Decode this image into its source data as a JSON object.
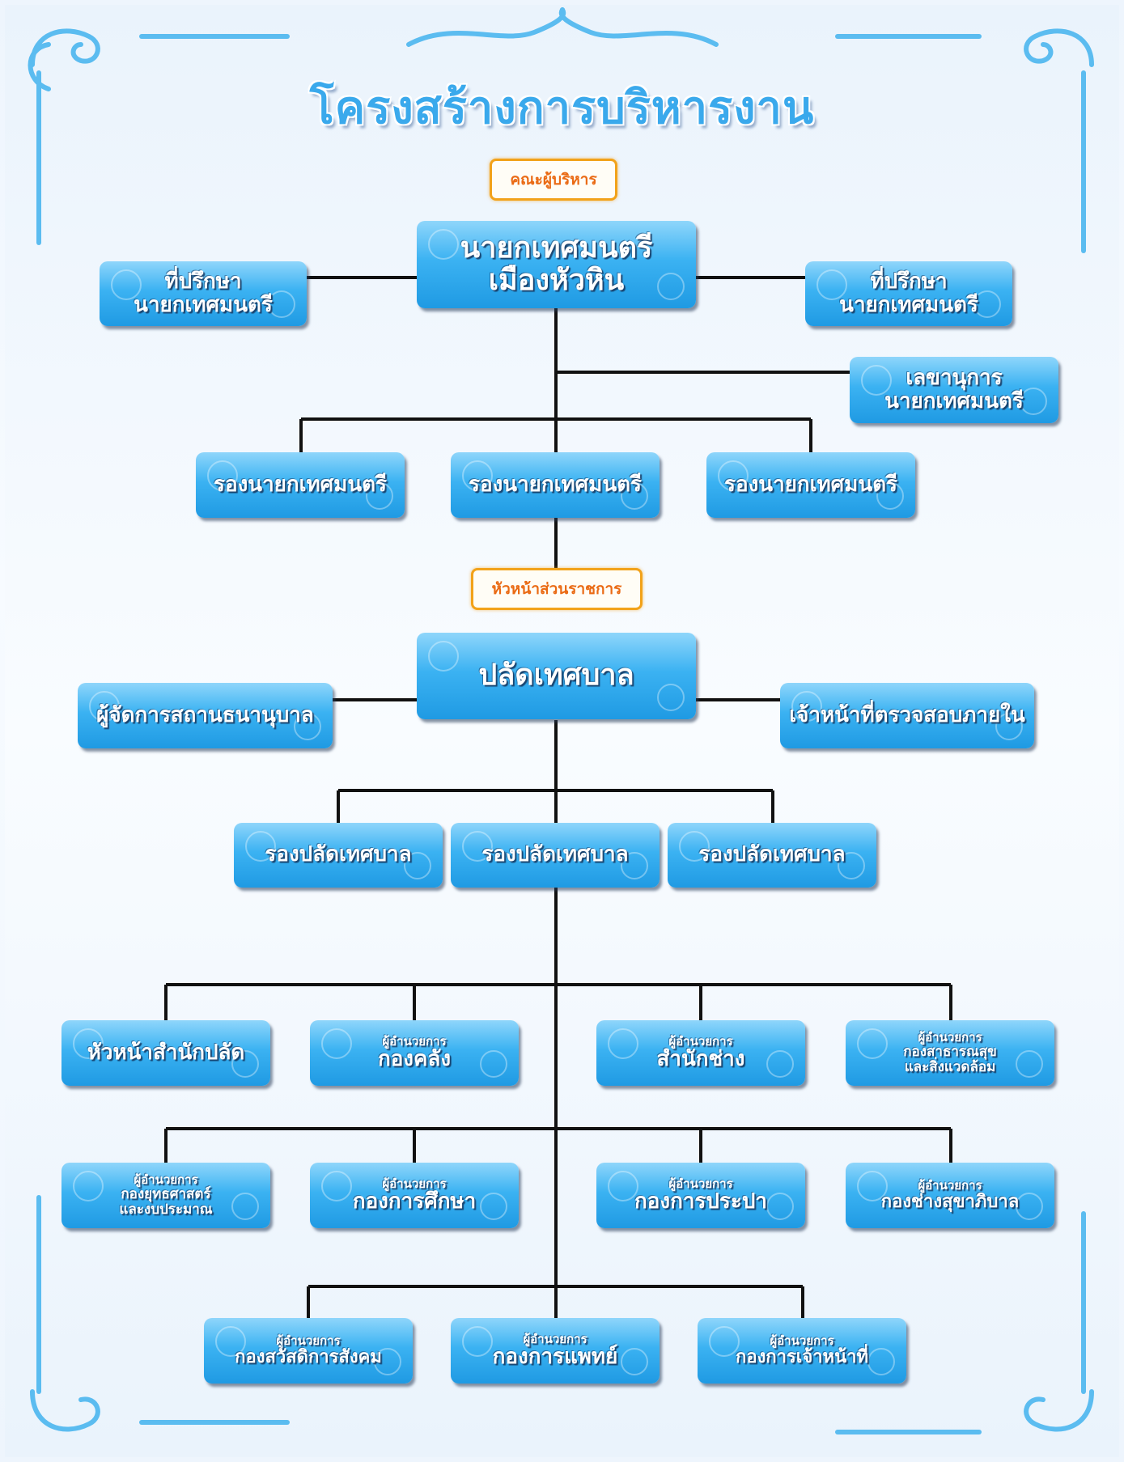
{
  "title": "โครงสร้างการบริหารงาน",
  "sections": {
    "executives": "คณะผู้บริหาร",
    "department_heads": "หัวหน้าส่วนราชการ"
  },
  "mayor": {
    "line1": "นายกเทศมนตรี",
    "line2": "เมืองหัวหิน"
  },
  "advisor_left": {
    "line1": "ที่ปรึกษา",
    "line2": "นายกเทศมนตรี"
  },
  "advisor_right": {
    "line1": "ที่ปรึกษา",
    "line2": "นายกเทศมนตรี"
  },
  "secretary": {
    "line1": "เลขานุการ",
    "line2": "นายกเทศมนตรี"
  },
  "deputy_mayors": [
    "รองนายกเทศมนตรี",
    "รองนายกเทศมนตรี",
    "รองนายกเทศมนตรี"
  ],
  "clerk": "ปลัดเทศบาล",
  "pawnshop_manager": "ผู้จัดการสถานธนานุบาล",
  "internal_auditor": "เจ้าหน้าที่ตรวจสอบภายใน",
  "deputy_clerks": [
    "รองปลัดเทศบาล",
    "รองปลัดเทศบาล",
    "รองปลัดเทศบาล"
  ],
  "row1": [
    {
      "lines": [
        "หัวหน้าสำนักปลัด"
      ]
    },
    {
      "lines": [
        "ผู้อำนวยการ",
        "กองคลัง"
      ]
    },
    {
      "lines": [
        "ผู้อำนวยการ",
        "สำนักช่าง"
      ]
    },
    {
      "lines": [
        "ผู้อำนวยการ",
        "กองสาธารณสุข",
        "และสิ่งแวดล้อม"
      ]
    }
  ],
  "row2": [
    {
      "lines": [
        "ผู้อำนวยการ",
        "กองยุทธศาสตร์",
        "และงบประมาณ"
      ]
    },
    {
      "lines": [
        "ผู้อำนวยการ",
        "กองการศึกษา"
      ]
    },
    {
      "lines": [
        "ผู้อำนวยการ",
        "กองการประปา"
      ]
    },
    {
      "lines": [
        "ผู้อำนวยการ",
        "กองช่างสุขาภิบาล"
      ]
    }
  ],
  "row3": [
    {
      "lines": [
        "ผู้อำนวยการ",
        "กองสวัสดิการสังคม"
      ]
    },
    {
      "lines": [
        "ผู้อำนวยการ",
        "กองการแพทย์"
      ]
    },
    {
      "lines": [
        "ผู้อำนวยการ",
        "กองการเจ้าหน้าที่"
      ]
    }
  ],
  "colors": {
    "box": "#3bb2f2",
    "line": "#111111",
    "accent": "#ea6a14",
    "frame": "#5bbcf0"
  }
}
